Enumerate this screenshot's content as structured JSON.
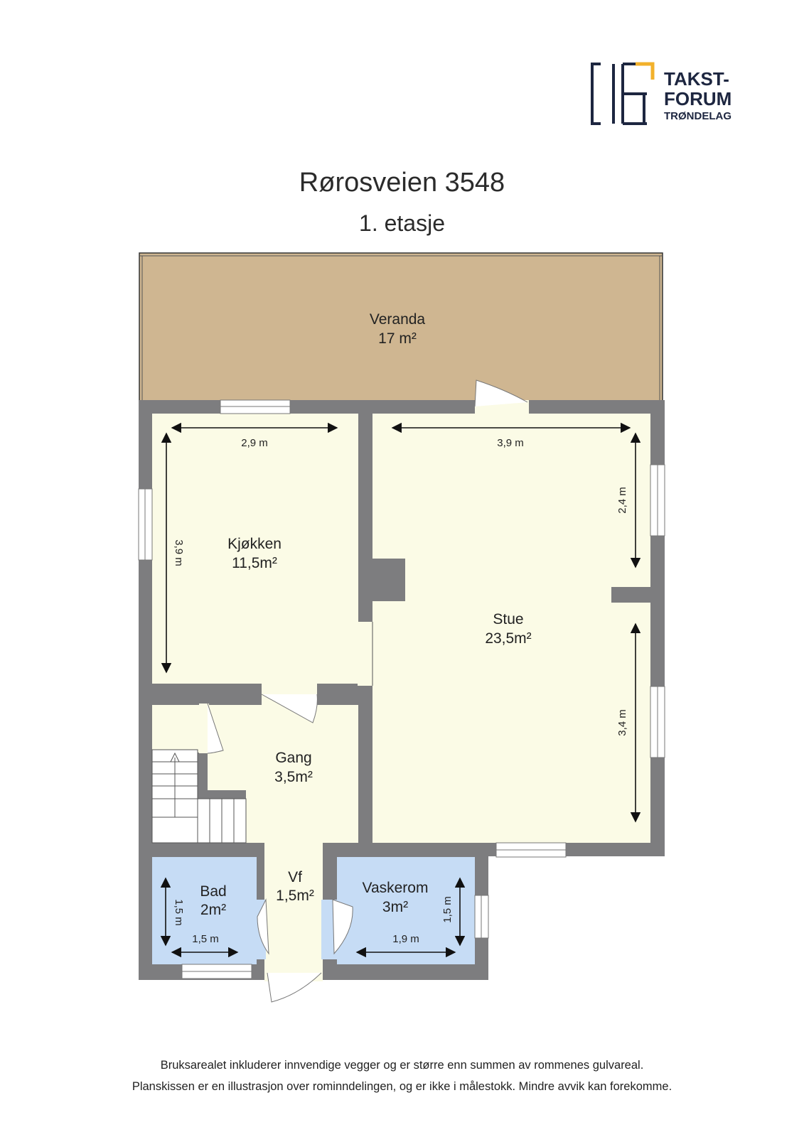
{
  "logo": {
    "line1": "TAKST-",
    "line2": "FORUM",
    "line3": "TRØNDELAG",
    "color_dark": "#1d2640",
    "color_accent": "#f2b12b"
  },
  "header": {
    "title": "Rørosveien 3548",
    "subtitle": "1. etasje"
  },
  "rooms": {
    "veranda": {
      "name": "Veranda",
      "area": "17 m²"
    },
    "kjokken": {
      "name": "Kjøkken",
      "area": "11,5m²"
    },
    "stue": {
      "name": "Stue",
      "area": "23,5m²"
    },
    "gang": {
      "name": "Gang",
      "area": "3,5m²"
    },
    "bad": {
      "name": "Bad",
      "area": "2m²"
    },
    "vf": {
      "name": "Vf",
      "area": "1,5m²"
    },
    "vaskerom": {
      "name": "Vaskerom",
      "area": "3m²"
    }
  },
  "dimensions": {
    "kjokken_width": "2,9 m",
    "kjokken_height": "3,9 m",
    "stue_width": "3,9 m",
    "stue_upper": "2,4 m",
    "stue_lower": "3,4 m",
    "bad_width": "1,5 m",
    "bad_height": "1,5 m",
    "vaskerom_width": "1,9 m",
    "vaskerom_height": "1,5 m"
  },
  "colors": {
    "wall": "#7d7d7f",
    "veranda": "#cfb691",
    "dry_room": "#fbfbe6",
    "wet_room": "#c6dcf5"
  },
  "footer": {
    "line1": "Bruksarealet inkluderer innvendige vegger og er større enn summen av rommenes gulvareal.",
    "line2": "Planskissen er en illustrasjon over rominndelingen, og er ikke i målestokk. Mindre avvik kan forekomme."
  }
}
